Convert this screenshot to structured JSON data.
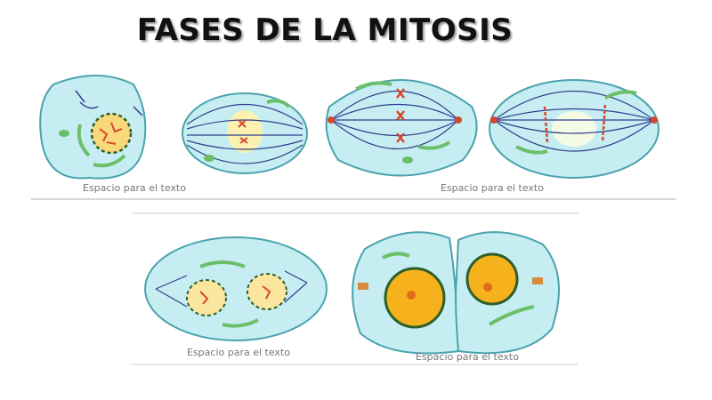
{
  "title": "FASES DE LA MITOSIS",
  "captions": [
    "Espacio para el texto",
    "Espacio para el texto",
    "Espacio para el texto",
    "Espacio para el texto"
  ],
  "colors": {
    "cytoplasm": "#c6eef2",
    "membrane": "#4aa3ad",
    "spindle": "#2f3f8f",
    "chromosome": "#d9472b",
    "organelle": "#6cbf6a",
    "nucleus": "#f6b21c",
    "nucleus_border": "#2e5e2a"
  }
}
